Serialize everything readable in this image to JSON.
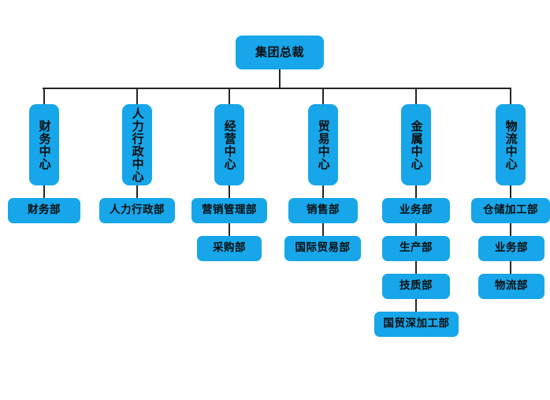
{
  "chart": {
    "title_node": {
      "label": "集团总裁"
    },
    "branches": [
      {
        "center": {
          "label": "财务中心"
        },
        "departments": [
          {
            "label": "财务部"
          }
        ]
      },
      {
        "center": {
          "label": "人力行政中心"
        },
        "departments": [
          {
            "label": "人力行政部"
          }
        ]
      },
      {
        "center": {
          "label": "经营中心"
        },
        "departments": [
          {
            "label": "营销管理部"
          },
          {
            "label": "采购部"
          }
        ]
      },
      {
        "center": {
          "label": "贸易中心"
        },
        "departments": [
          {
            "label": "销售部"
          },
          {
            "label": "国际贸易部"
          }
        ]
      },
      {
        "center": {
          "label": "金属中心"
        },
        "departments": [
          {
            "label": "业务部"
          },
          {
            "label": "生产部"
          },
          {
            "label": "技质部"
          },
          {
            "label": "国贸深加工部"
          }
        ]
      },
      {
        "center": {
          "label": "物流中心"
        },
        "departments": [
          {
            "label": "仓储加工部"
          },
          {
            "label": "业务部"
          },
          {
            "label": "物流部"
          }
        ]
      }
    ],
    "colors": {
      "node_fill": "#16a6e9",
      "connector": "#262626",
      "background": "#ffffff",
      "text": "#0d0d0d"
    }
  }
}
